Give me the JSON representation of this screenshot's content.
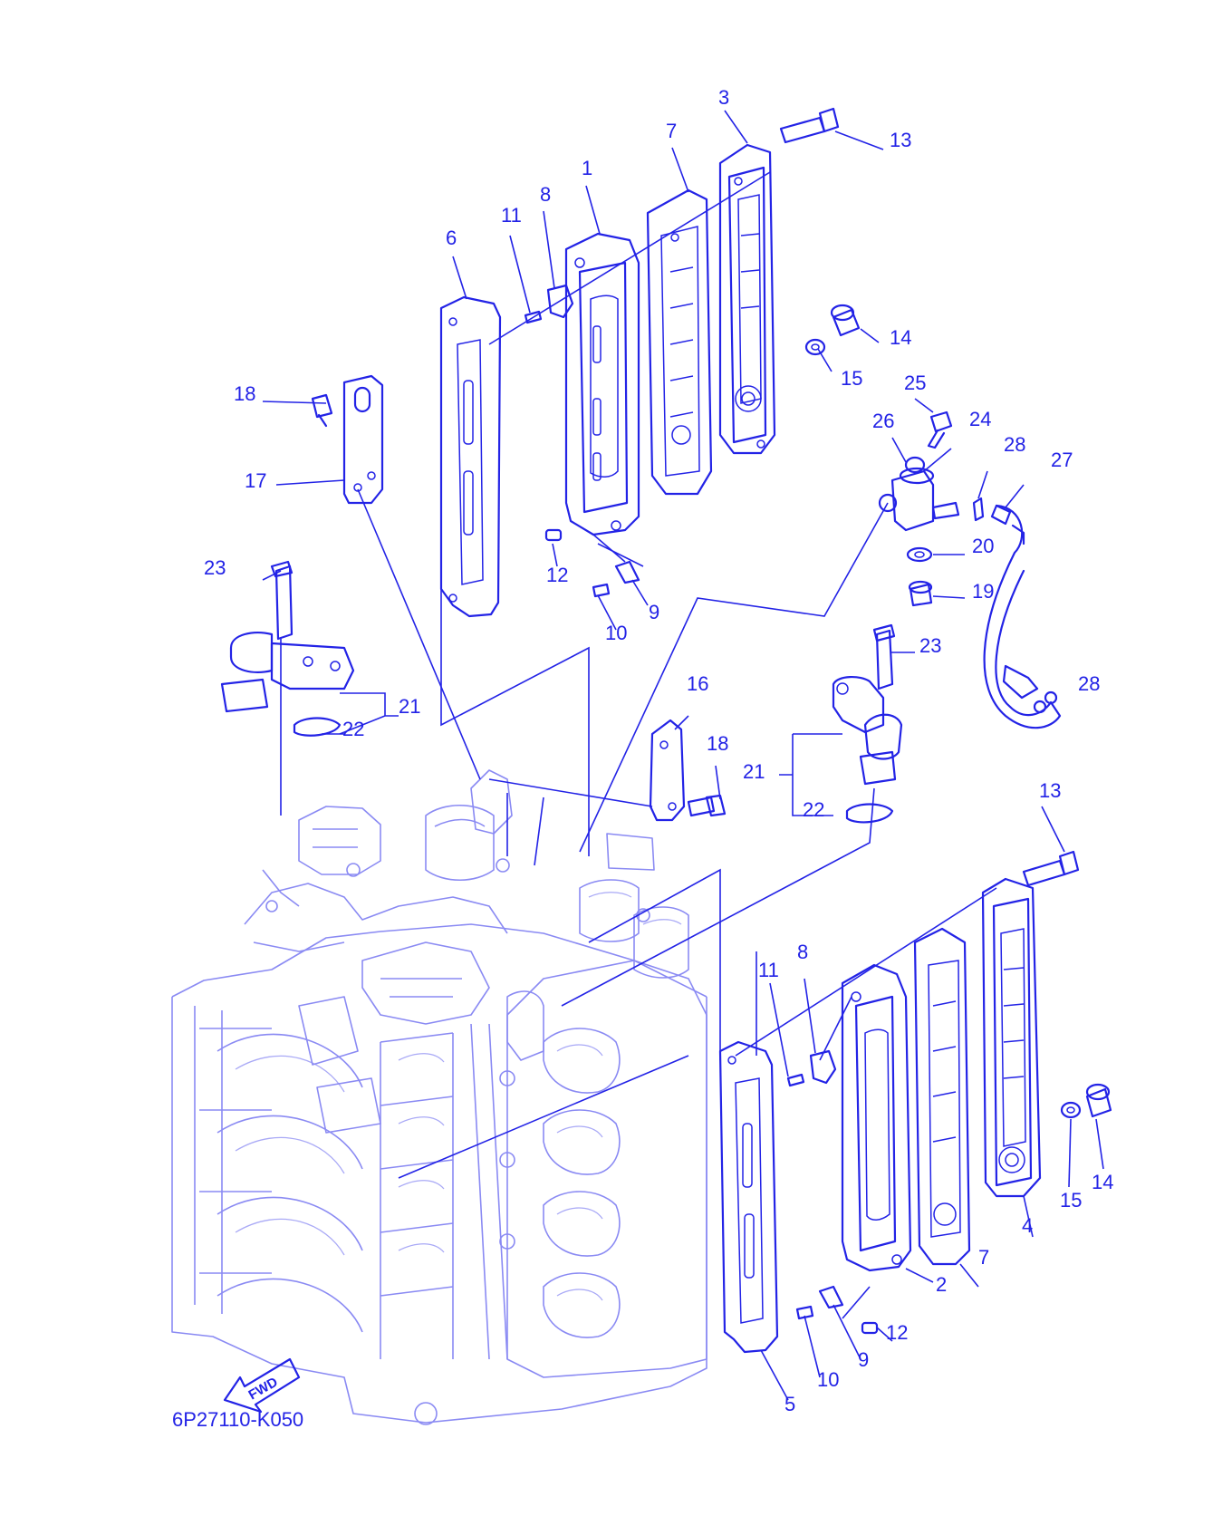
{
  "diagram": {
    "code": "6P27110-K050",
    "fwd_label": "FWD",
    "colors": {
      "line": "#2323e6",
      "ghost": "#8a8af3",
      "background": "#ffffff"
    },
    "callouts": [
      {
        "id": "c3a",
        "text": "3"
      },
      {
        "id": "c13a",
        "text": "13"
      },
      {
        "id": "c7a",
        "text": "7"
      },
      {
        "id": "c1",
        "text": "1"
      },
      {
        "id": "c8a",
        "text": "8"
      },
      {
        "id": "c11a",
        "text": "11"
      },
      {
        "id": "c6",
        "text": "6"
      },
      {
        "id": "c14a",
        "text": "14"
      },
      {
        "id": "c15a",
        "text": "15"
      },
      {
        "id": "c25",
        "text": "25"
      },
      {
        "id": "c26",
        "text": "26"
      },
      {
        "id": "c24",
        "text": "24"
      },
      {
        "id": "c28a",
        "text": "28"
      },
      {
        "id": "c27",
        "text": "27"
      },
      {
        "id": "c20",
        "text": "20"
      },
      {
        "id": "c19",
        "text": "19"
      },
      {
        "id": "c18a",
        "text": "18"
      },
      {
        "id": "c17",
        "text": "17"
      },
      {
        "id": "c12a",
        "text": "12"
      },
      {
        "id": "c9a",
        "text": "9"
      },
      {
        "id": "c10a",
        "text": "10"
      },
      {
        "id": "c23a",
        "text": "23"
      },
      {
        "id": "c21a",
        "text": "21"
      },
      {
        "id": "c22a",
        "text": "22"
      },
      {
        "id": "c23b",
        "text": "23"
      },
      {
        "id": "c16",
        "text": "16"
      },
      {
        "id": "c28b",
        "text": "28"
      },
      {
        "id": "c18b",
        "text": "18"
      },
      {
        "id": "c21b",
        "text": "21"
      },
      {
        "id": "c22b",
        "text": "22"
      },
      {
        "id": "c13b",
        "text": "13"
      },
      {
        "id": "c11b",
        "text": "11"
      },
      {
        "id": "c8b",
        "text": "8"
      },
      {
        "id": "c14b",
        "text": "14"
      },
      {
        "id": "c15b",
        "text": "15"
      },
      {
        "id": "c7b",
        "text": "7"
      },
      {
        "id": "c4",
        "text": "4"
      },
      {
        "id": "c2",
        "text": "2"
      },
      {
        "id": "c12b",
        "text": "12"
      },
      {
        "id": "c9b",
        "text": "9"
      },
      {
        "id": "c10b",
        "text": "10"
      },
      {
        "id": "c5",
        "text": "5"
      }
    ]
  }
}
